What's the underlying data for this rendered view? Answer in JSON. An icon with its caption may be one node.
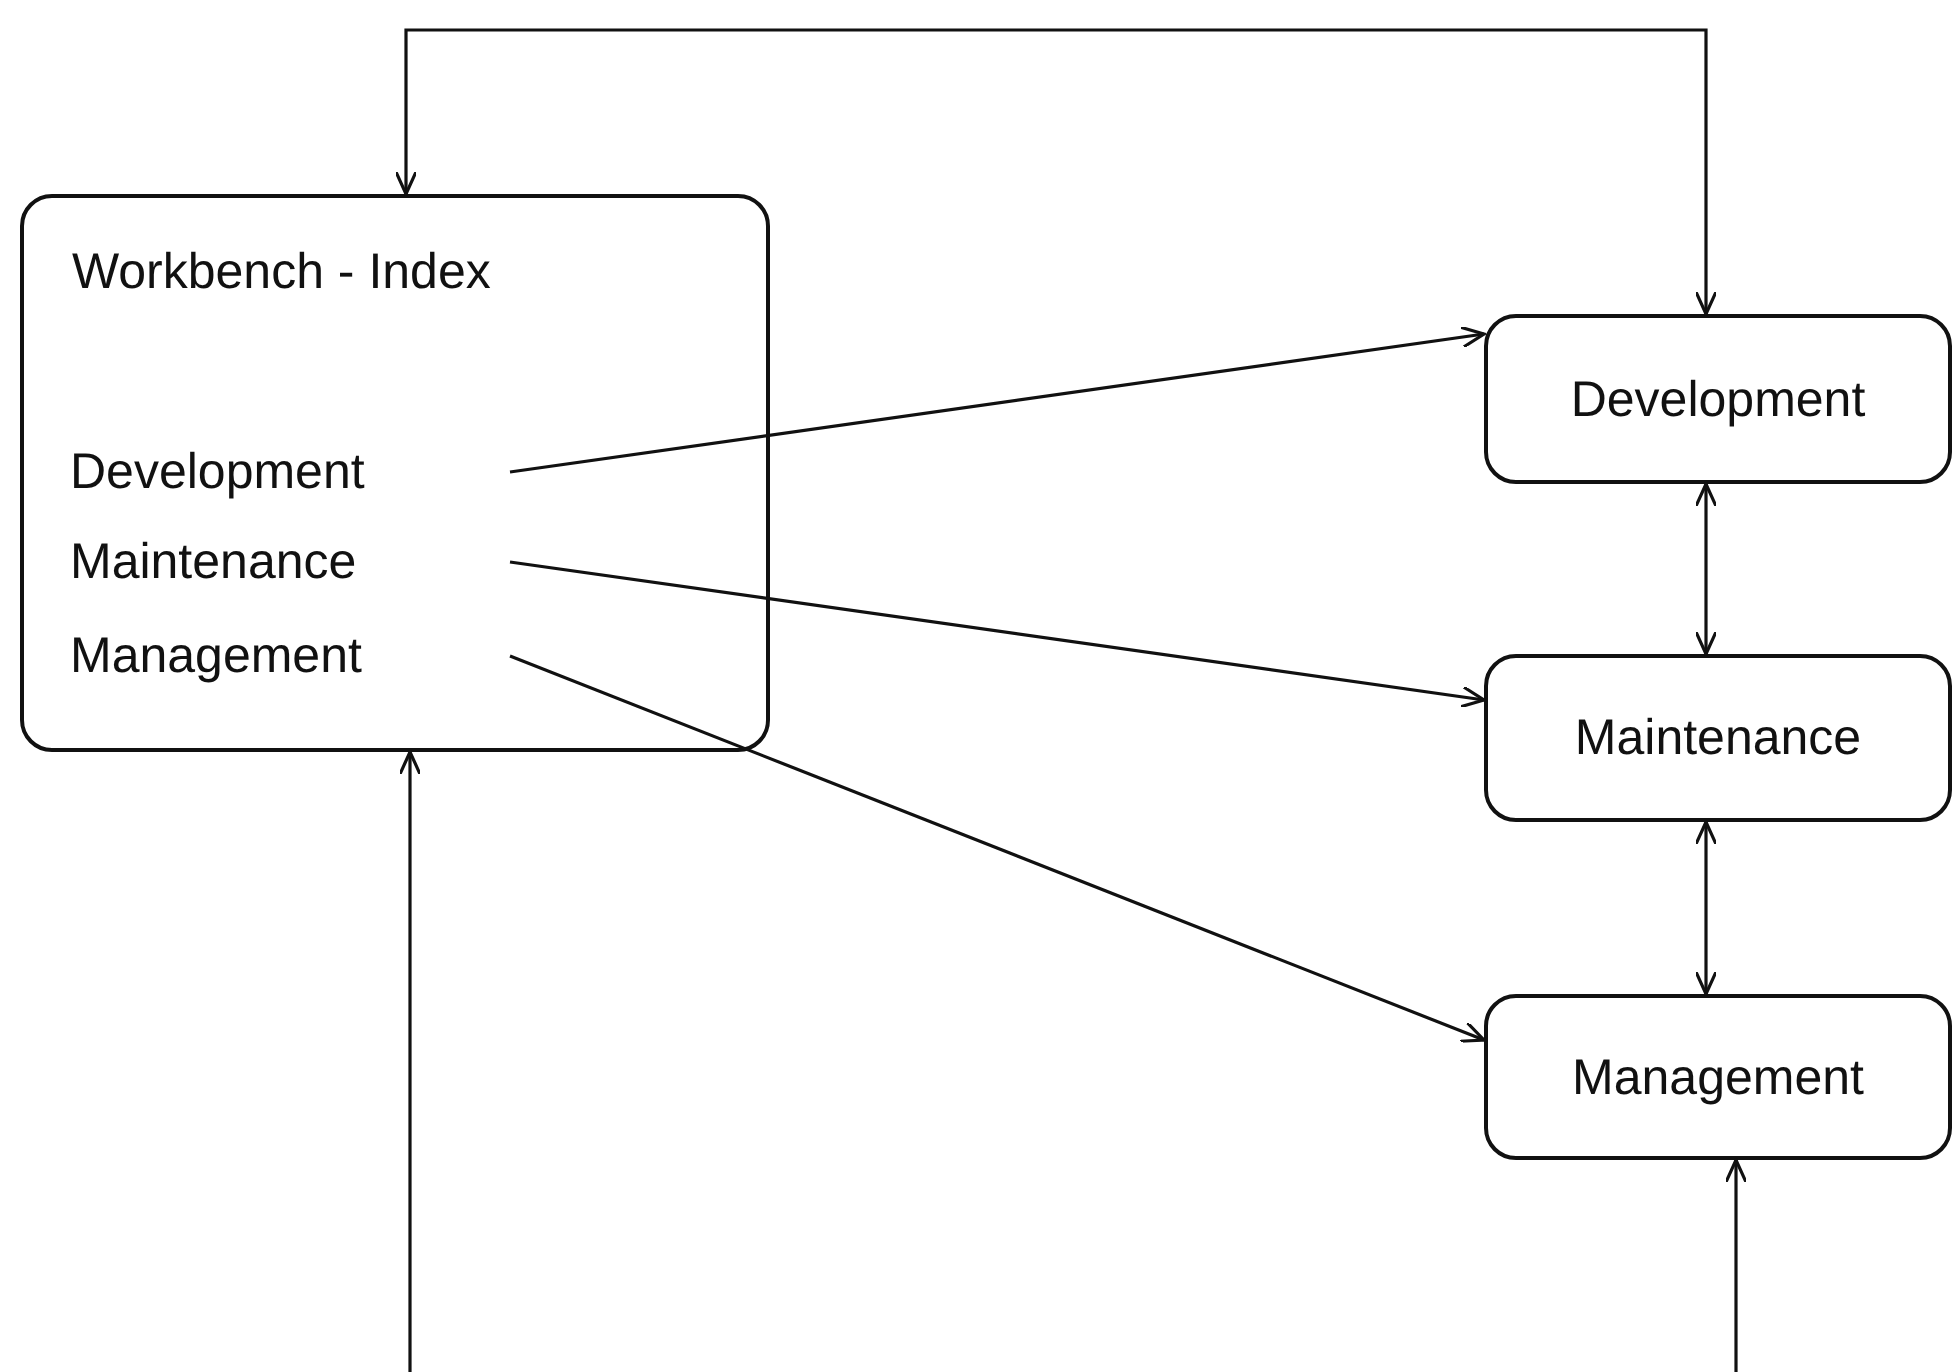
{
  "diagram": {
    "nodes": [
      {
        "text": [
          "Workbench - Index"
        ]
      },
      {
        "text": [
          "Development"
        ],
        "in": 0
      },
      {
        "text": [
          "Maintenance"
        ],
        "in": 0
      },
      {
        "text": [
          "Management"
        ],
        "in": 0
      },
      {
        "text": [
          "Development"
        ]
      },
      {
        "text": [
          "Maintenance"
        ]
      },
      {
        "text": [
          "Management"
        ]
      }
    ],
    "edges": [
      {
        "from": 0,
        "to": 4,
        "arrow": "both"
      },
      {
        "from": 1,
        "to": 4,
        "arrow": "to"
      },
      {
        "from": 2,
        "to": 5,
        "arrow": "to"
      },
      {
        "from": 3,
        "to": 6,
        "arrow": "to"
      },
      {
        "from": 4,
        "to": 5,
        "arrow": "both"
      },
      {
        "from": 5,
        "to": 6,
        "arrow": "both"
      },
      {
        "from": null,
        "to": 0,
        "arrow": "to"
      },
      {
        "from": null,
        "to": 6,
        "arrow": "to"
      }
    ]
  }
}
